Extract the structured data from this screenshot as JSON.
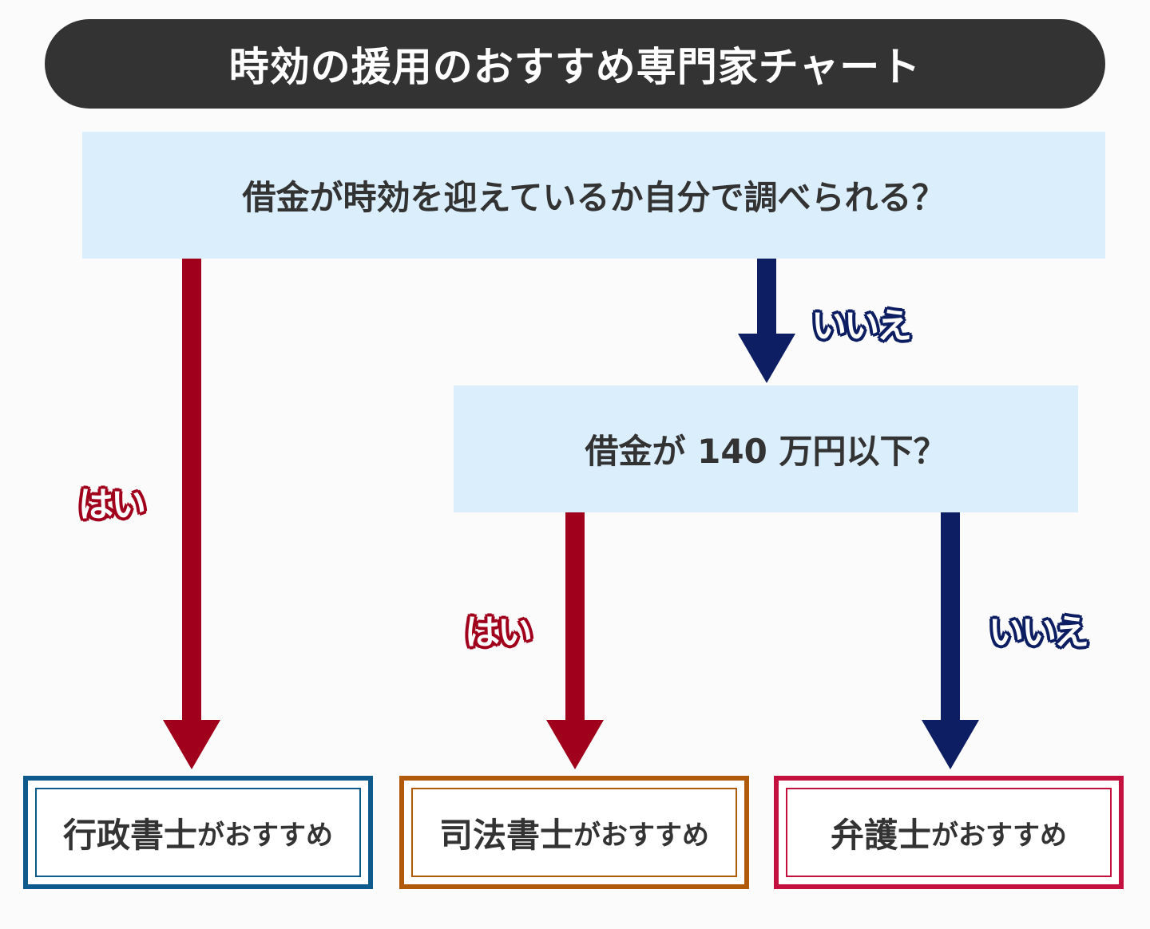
{
  "title": "時効の援用のおすすめ専門家チャート",
  "colors": {
    "title_bg": "#333333",
    "question_bg": "#dbeefc",
    "yes_arrow": "#a0001c",
    "no_arrow": "#0d1e62",
    "gyousei_border": "#0f5a8c",
    "shihou_border": "#b05a0a",
    "bengoshi_border": "#c4103e"
  },
  "questions": [
    {
      "text": "借金が時効を迎えているか自分で調べられる？"
    },
    {
      "text": "借金が 140 万円以下？"
    }
  ],
  "labels": {
    "yes": "はい",
    "no": "いいえ"
  },
  "results": [
    {
      "main": "行政書士",
      "sub": "がおすすめ"
    },
    {
      "main": "司法書士",
      "sub": "がおすすめ"
    },
    {
      "main": "弁護士",
      "sub": "がおすすめ"
    }
  ]
}
